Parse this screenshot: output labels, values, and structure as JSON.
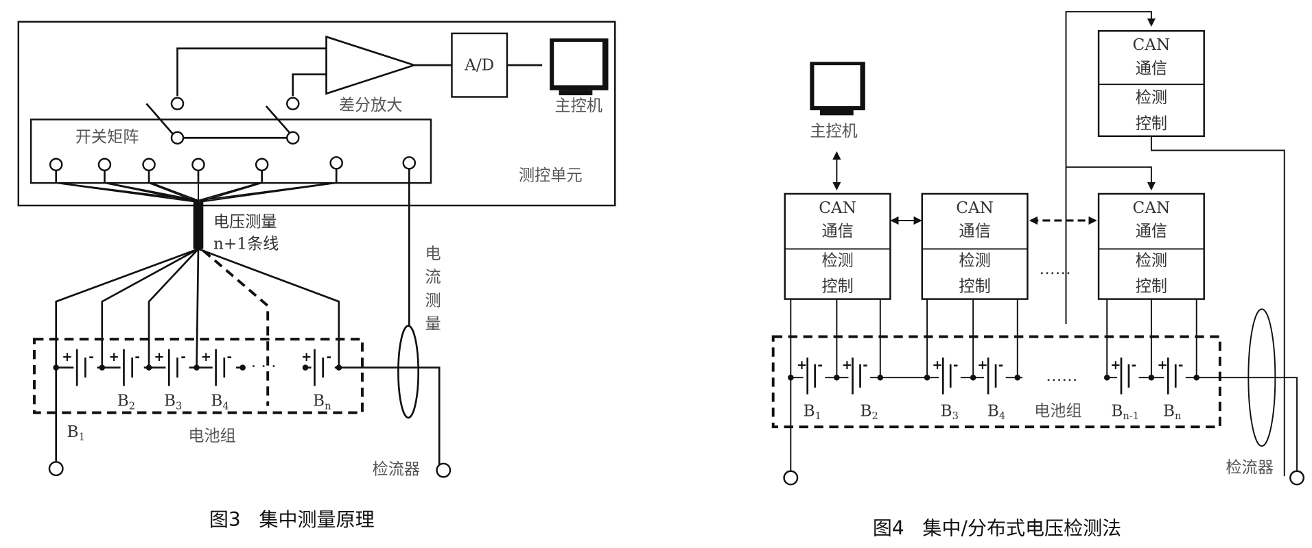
{
  "figure3": {
    "caption": "图3   集中测量原理",
    "control_unit_label": "测控单元",
    "switch_matrix_label": "开关矩阵",
    "diff_amp_label": "差分放大",
    "adc_label": "A/D",
    "host_label": "主控机",
    "voltage_measure_line1": "电压测量",
    "voltage_measure_line2": "n+1条线",
    "current_measure_label": [
      "电",
      "流",
      "测",
      "量"
    ],
    "battery_pack_label": "电池组",
    "current_detector_label": "检流器",
    "cells": [
      {
        "base": "B",
        "sub": "1"
      },
      {
        "base": "B",
        "sub": "2"
      },
      {
        "base": "B",
        "sub": "3"
      },
      {
        "base": "B",
        "sub": "4"
      },
      {
        "base": "B",
        "sub": "n"
      }
    ],
    "plus_sign": "+",
    "minus_sign": "-",
    "ellipsis": "·  ·  ·"
  },
  "figure4": {
    "caption": "图4   集中/分布式电压检测法",
    "host_label": "主控机",
    "modules": [
      {
        "line1": "CAN",
        "line2": "通信",
        "line3": "检测",
        "line4": "控制"
      },
      {
        "line1": "CAN",
        "line2": "通信",
        "line3": "检测",
        "line4": "控制"
      },
      {
        "line1": "CAN",
        "line2": "通信",
        "line3": "检测",
        "line4": "控制"
      },
      {
        "line1": "CAN",
        "line2": "通信",
        "line3": "检测",
        "line4": "控制"
      }
    ],
    "module_ellipsis": "……",
    "battery_pack_label": "电池组",
    "battery_ellipsis": "……",
    "current_detector_label": "检流器",
    "cells": [
      {
        "base": "B",
        "sub": "1"
      },
      {
        "base": "B",
        "sub": "2"
      },
      {
        "base": "B",
        "sub": "3"
      },
      {
        "base": "B",
        "sub": "4"
      },
      {
        "base": "B",
        "sub": "n-1"
      },
      {
        "base": "B",
        "sub": "n"
      }
    ],
    "plus_sign": "+",
    "minus_sign": "-"
  }
}
